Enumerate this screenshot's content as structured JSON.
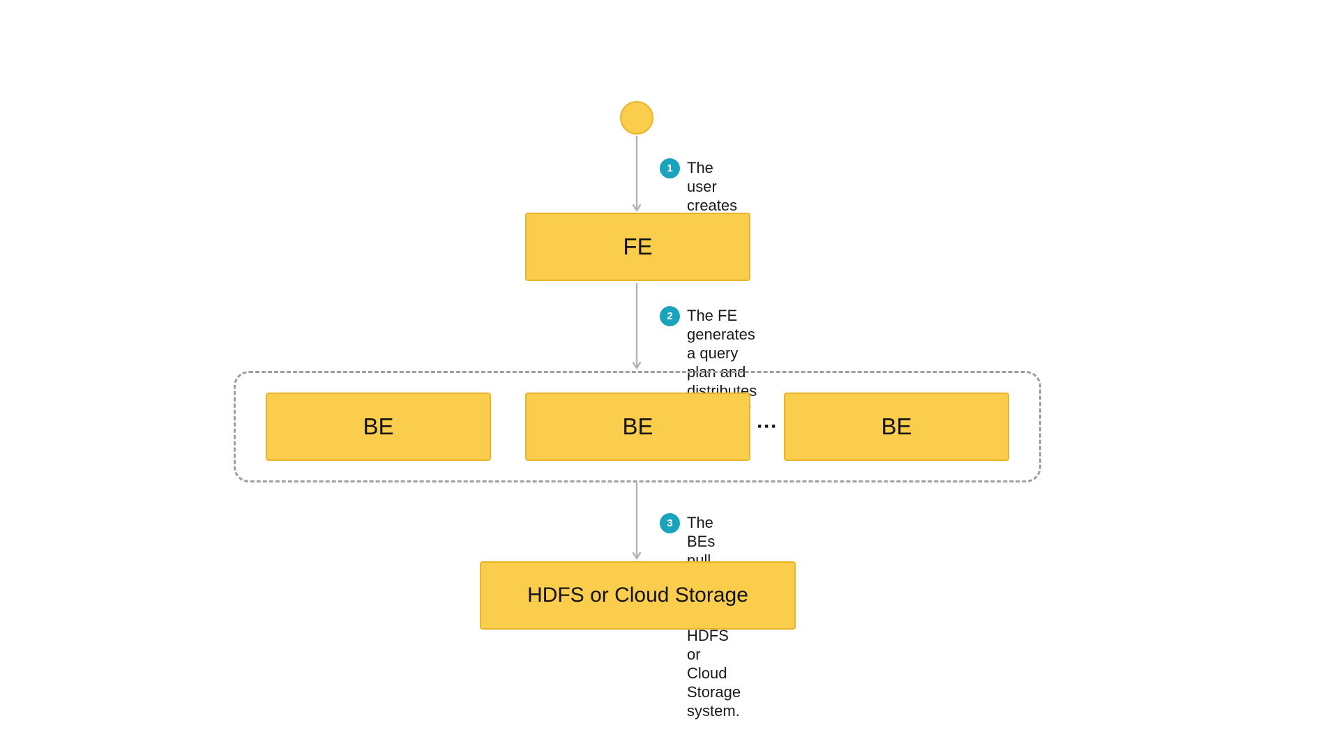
{
  "nodes": {
    "fe": "FE",
    "be": [
      "BE",
      "BE",
      "BE"
    ],
    "storage": "HDFS or Cloud Storage",
    "ellipsis": "···"
  },
  "steps": [
    {
      "number": "1",
      "text": "The user creates a load job."
    },
    {
      "number": "2",
      "text": "The FE generates a query plan and\ndistributes the query plan to the BEs."
    },
    {
      "number": "3",
      "text": "The BEs pull data from the HDFS or Cloud Storage system."
    }
  ],
  "colors": {
    "node_fill": "#fbcd4d",
    "node_border": "#e8b52a",
    "badge": "#1aa3bd",
    "arrow": "#b3b3b3",
    "group_border": "#9aa0a8"
  }
}
